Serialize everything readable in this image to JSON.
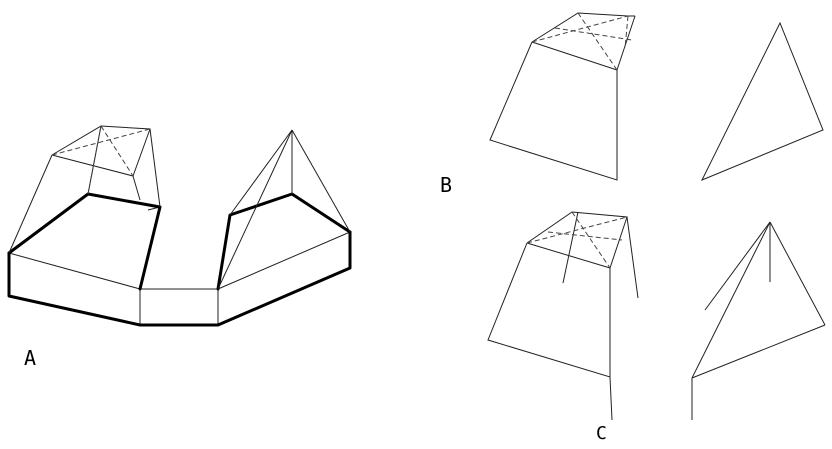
{
  "labels": {
    "a": "A",
    "b": "B",
    "c": "C"
  },
  "colors": {
    "background": "#ffffff",
    "line": "#000000"
  }
}
